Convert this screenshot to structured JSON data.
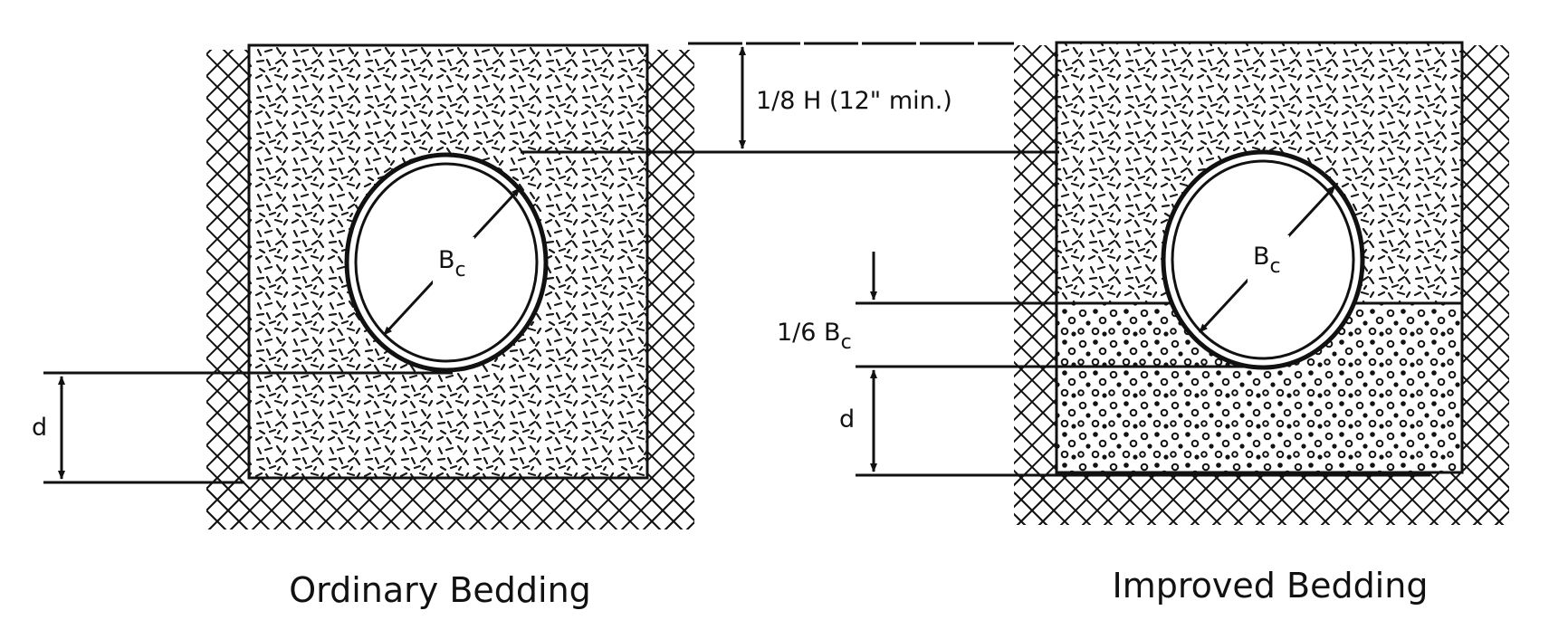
{
  "diagram": {
    "top_dimension": "1/8 H (12\" min.)",
    "pipe_diameter": {
      "main": "B",
      "sub": "c"
    },
    "bedding_depth": "d",
    "bedding_fraction": {
      "main": "1/6 B",
      "sub": "c"
    },
    "captions": {
      "left": "Ordinary Bedding",
      "right": "Improved Bedding"
    }
  },
  "colors": {
    "ink": "#111111",
    "paper": "#ffffff"
  }
}
